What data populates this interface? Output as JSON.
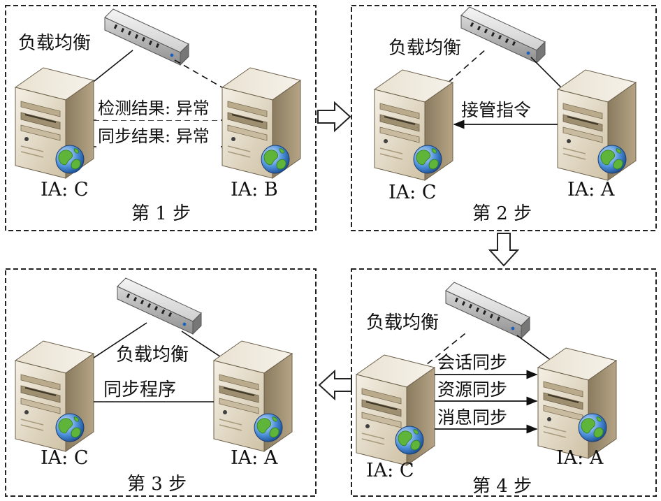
{
  "panels": [
    {
      "step": "第 1 步",
      "balancer": "负载均衡",
      "server_left": "IA: C",
      "server_right": "IA: B",
      "links": [
        "检测结果: 异常",
        "同步结果: 异常"
      ]
    },
    {
      "step": "第 2 步",
      "balancer": "负载均衡",
      "server_left": "IA: C",
      "server_right": "IA: A",
      "links": [
        "接管指令"
      ]
    },
    {
      "step": "第 3 步",
      "balancer": "负载均衡",
      "server_left": "IA: C",
      "server_right": "IA: A",
      "links": [
        "同步程序"
      ]
    },
    {
      "step": "第 4 步",
      "balancer": "负载均衡",
      "server_left": "IA: C",
      "server_right": "IA: A",
      "links": [
        "会话同步",
        "资源同步",
        "消息同步"
      ]
    }
  ],
  "icons": {
    "server": "server-icon",
    "globe": "globe-icon",
    "load_balancer": "switch-icon",
    "flow_arrow": "hollow-arrow-icon"
  }
}
